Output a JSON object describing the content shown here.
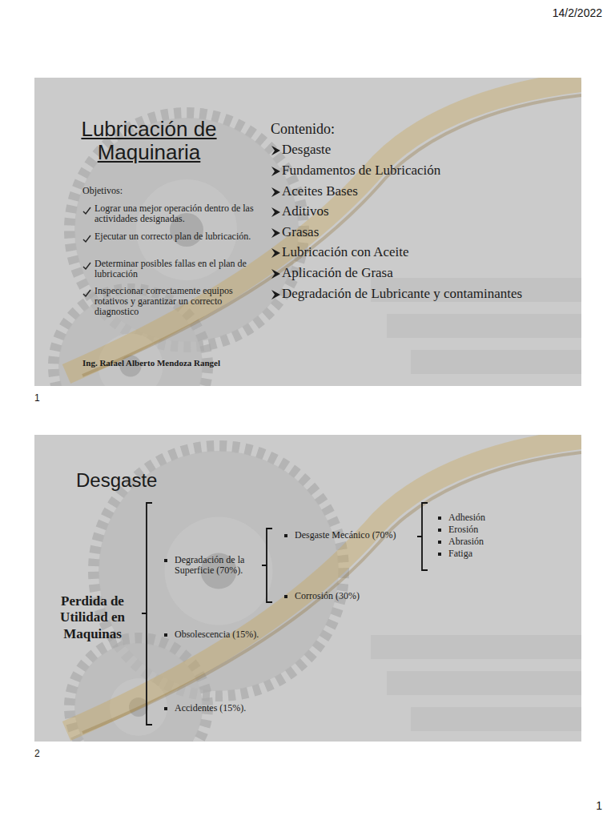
{
  "diagram": {
    "nodes": [
      {
        "text": [
          "Lubricación de Maquinaria",
          "Objetivos:",
          "Lograr una mejor operación dentro de las actividades designadas.",
          "Ejecutar un correcto plan de lubricación.",
          "Determinar posibles fallas en el plan de lubricación",
          "Inspeccionar correctamente equipos rotativos y garantizar un correcto diagnostico",
          "Ing. Rafael Alberto Mendoza Rangel",
          "Contenido:",
          "Desgaste",
          "Fundamentos de Lubricación",
          "Aceites Bases",
          "Aditivos",
          "Grasas",
          "Lubricación con Aceite",
          "Aplicación de Grasa",
          "Degradación de Lubricante y contaminantes"
        ]
      },
      {
        "text": [
          "Desgaste",
          "Perdida de Utilidad en Maquinas",
          "Degradación de la Superficie (70%).",
          "Obsolescencia (15%).",
          "Accidentes (15%).",
          "Desgaste Mecánico (70%)",
          "Corrosión (30%)",
          "Adhesión",
          "Erosión",
          "Abrasión",
          "Fatiga"
        ]
      }
    ],
    "labels": [
      "14/2/2022",
      "1",
      "2",
      "1"
    ]
  }
}
